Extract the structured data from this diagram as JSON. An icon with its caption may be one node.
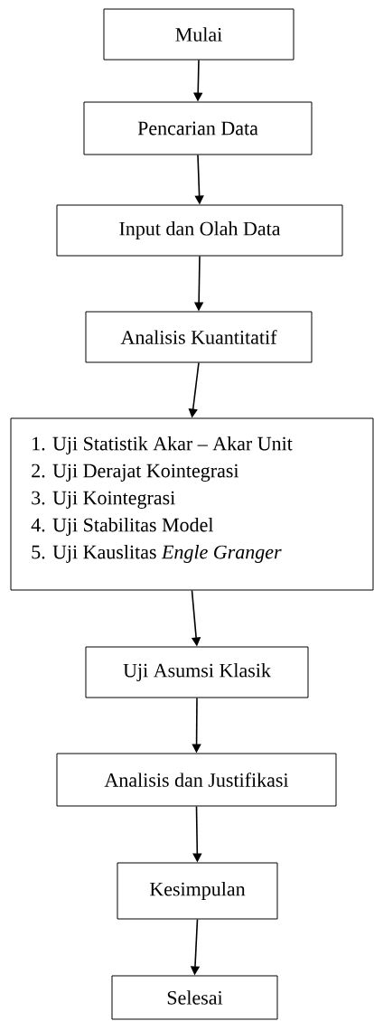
{
  "diagram": {
    "nodes": [
      {
        "text": [
          "Mulai"
        ]
      },
      {
        "text": [
          "Pencarian Data"
        ]
      },
      {
        "text": [
          "Input dan Olah Data"
        ]
      },
      {
        "text": [
          "Analisis Kuantitatif"
        ]
      },
      {
        "text": [
          "1. Uji Statistik Akar – Akar Unit",
          "2. Uji Derajat Kointegrasi",
          "3. Uji Kointegrasi",
          "4. Uji Stabilitas Model",
          "5. Uji Kauslitas *Engle Granger*"
        ]
      },
      {
        "text": [
          "Uji Asumsi Klasik"
        ]
      },
      {
        "text": [
          "Analisis dan Justifikasi"
        ]
      },
      {
        "text": [
          "Kesimpulan"
        ]
      },
      {
        "text": [
          "Selesai"
        ]
      }
    ],
    "edges": [
      {
        "from": 0,
        "to": 1,
        "arrow": "to"
      },
      {
        "from": 1,
        "to": 2,
        "arrow": "to"
      },
      {
        "from": 2,
        "to": 3,
        "arrow": "to"
      },
      {
        "from": 3,
        "to": 4,
        "arrow": "to"
      },
      {
        "from": 4,
        "to": 5,
        "arrow": "to"
      },
      {
        "from": 5,
        "to": 6,
        "arrow": "to"
      },
      {
        "from": 6,
        "to": 7,
        "arrow": "to"
      },
      {
        "from": 7,
        "to": 8,
        "arrow": "to"
      }
    ]
  }
}
